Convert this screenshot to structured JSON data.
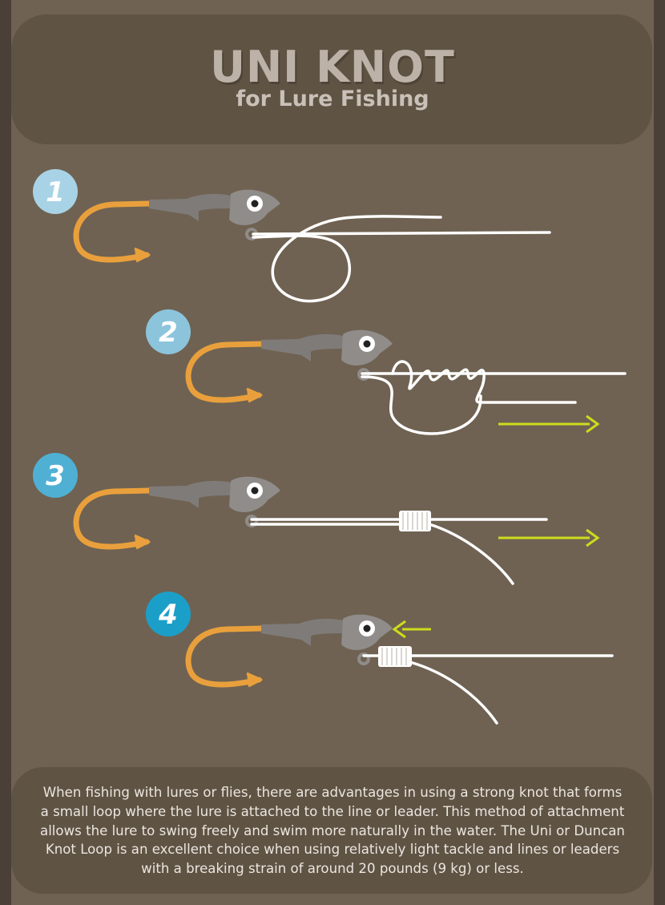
{
  "header": {
    "title": "UNI KNOT",
    "subtitle": "for Lure Fishing"
  },
  "steps": [
    {
      "number": "1",
      "badge_color": "#a8d3e6"
    },
    {
      "number": "2",
      "badge_color": "#8cc4dc"
    },
    {
      "number": "3",
      "badge_color": "#4fb0d4"
    },
    {
      "number": "4",
      "badge_color": "#1b9fc8"
    }
  ],
  "colors": {
    "hook": "#e9a03c",
    "jig_head": "#8f8c8a",
    "line": "#ffffff",
    "arrow": "#cddc1c",
    "background": "#6f6252",
    "panel": "#5f5344"
  },
  "footer": {
    "description": "When fishing with lures or flies, there are advantages in using a strong knot that forms a small loop where the lure is attached to the line or leader. This method of attachment allows the lure to swing freely and swim more naturally in the water. The Uni or Duncan Knot Loop is an excellent choice when using relatively light tackle and lines or leaders with a breaking strain of around 20 pounds (9 kg) or less."
  }
}
